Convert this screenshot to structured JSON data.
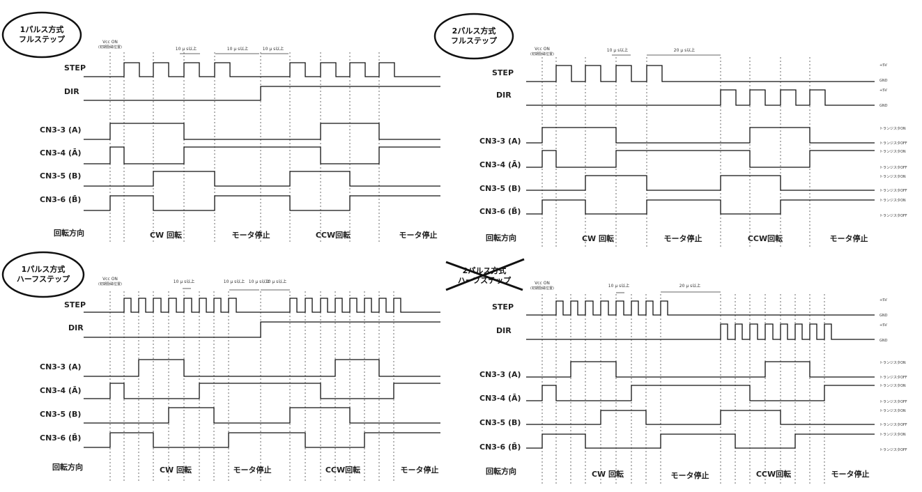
{
  "panels": [
    {
      "id": "p1",
      "title_line1": "1パルス方式",
      "title_line2": "フルステップ",
      "crossed": false,
      "vcc_label": "Vcc ON",
      "vcc_sub": "(初期励磁位置)",
      "timing_labels": [
        "10 μ s以上",
        "10 μ s以上",
        "10 μ s以上"
      ],
      "signal_labels": [
        "STEP",
        "DIR",
        "CN3-3 (A)",
        "CN3-4 (Ā)",
        "CN3-5 (B)",
        "CN3-6 (B̄)"
      ],
      "direction_label": "回転方向",
      "regions": [
        "CW 回転",
        "モータ停止",
        "CCW回転",
        "モータ停止"
      ],
      "level_labels": []
    },
    {
      "id": "p2",
      "title_line1": "2パルス方式",
      "title_line2": "フルステップ",
      "crossed": false,
      "vcc_label": "Vcc ON",
      "vcc_sub": "(初期励磁位置)",
      "timing_labels": [
        "10 μ s以上",
        "20 μ s以上"
      ],
      "signal_labels": [
        "STEP",
        "DIR",
        "CN3-3 (A)",
        "CN3-4 (Ā)",
        "CN3-5 (B)",
        "CN3-6 (B̄)"
      ],
      "direction_label": "回転方向",
      "regions": [
        "CW 回転",
        "モータ停止",
        "CCW回転",
        "モータ停止"
      ],
      "level_labels": [
        "+5V",
        "GND",
        "+5V",
        "GND",
        "トランジスタON",
        "トランジスタOFF",
        "トランジスタON",
        "トランジスタOFF",
        "トランジスタON",
        "トランジスタOFF",
        "トランジスタON",
        "トランジスタOFF"
      ]
    },
    {
      "id": "p3",
      "title_line1": "1パルス方式",
      "title_line2": "ハーフステップ",
      "crossed": false,
      "vcc_label": "Vcc ON",
      "vcc_sub": "(初期励磁位置)",
      "timing_labels": [
        "10 μ s以上",
        "10 μ s以上",
        "10 μ s以上",
        "10 μ s以上"
      ],
      "signal_labels": [
        "STEP",
        "DIR",
        "CN3-3 (A)",
        "CN3-4 (Ā)",
        "CN3-5 (B)",
        "CN3-6 (B̄)"
      ],
      "direction_label": "回転方向",
      "regions": [
        "CW 回転",
        "モータ停止",
        "CCW回転",
        "モータ停止"
      ],
      "level_labels": []
    },
    {
      "id": "p4",
      "title_line1": "2パルス方式",
      "title_line2": "ハーフステップ",
      "crossed": true,
      "vcc_label": "Vcc ON",
      "vcc_sub": "(初期励磁位置)",
      "timing_labels": [
        "10 μ s以上",
        "20 μ s以上"
      ],
      "signal_labels": [
        "STEP",
        "DIR",
        "CN3-3 (A)",
        "CN3-4 (Ā)",
        "CN3-5 (B)",
        "CN3-6 (B̄)"
      ],
      "direction_label": "回転方向",
      "regions": [
        "CW 回転",
        "モータ停止",
        "CCW回転",
        "モータ停止"
      ],
      "level_labels": [
        "+5V",
        "GND",
        "+5V",
        "GND",
        "トランジスタON",
        "トランジスタOFF",
        "トランジスタON",
        "トランジスタOFF",
        "トランジスタON",
        "トランジスタOFF",
        "トランジスタON",
        "トランジスタOFF"
      ]
    }
  ]
}
